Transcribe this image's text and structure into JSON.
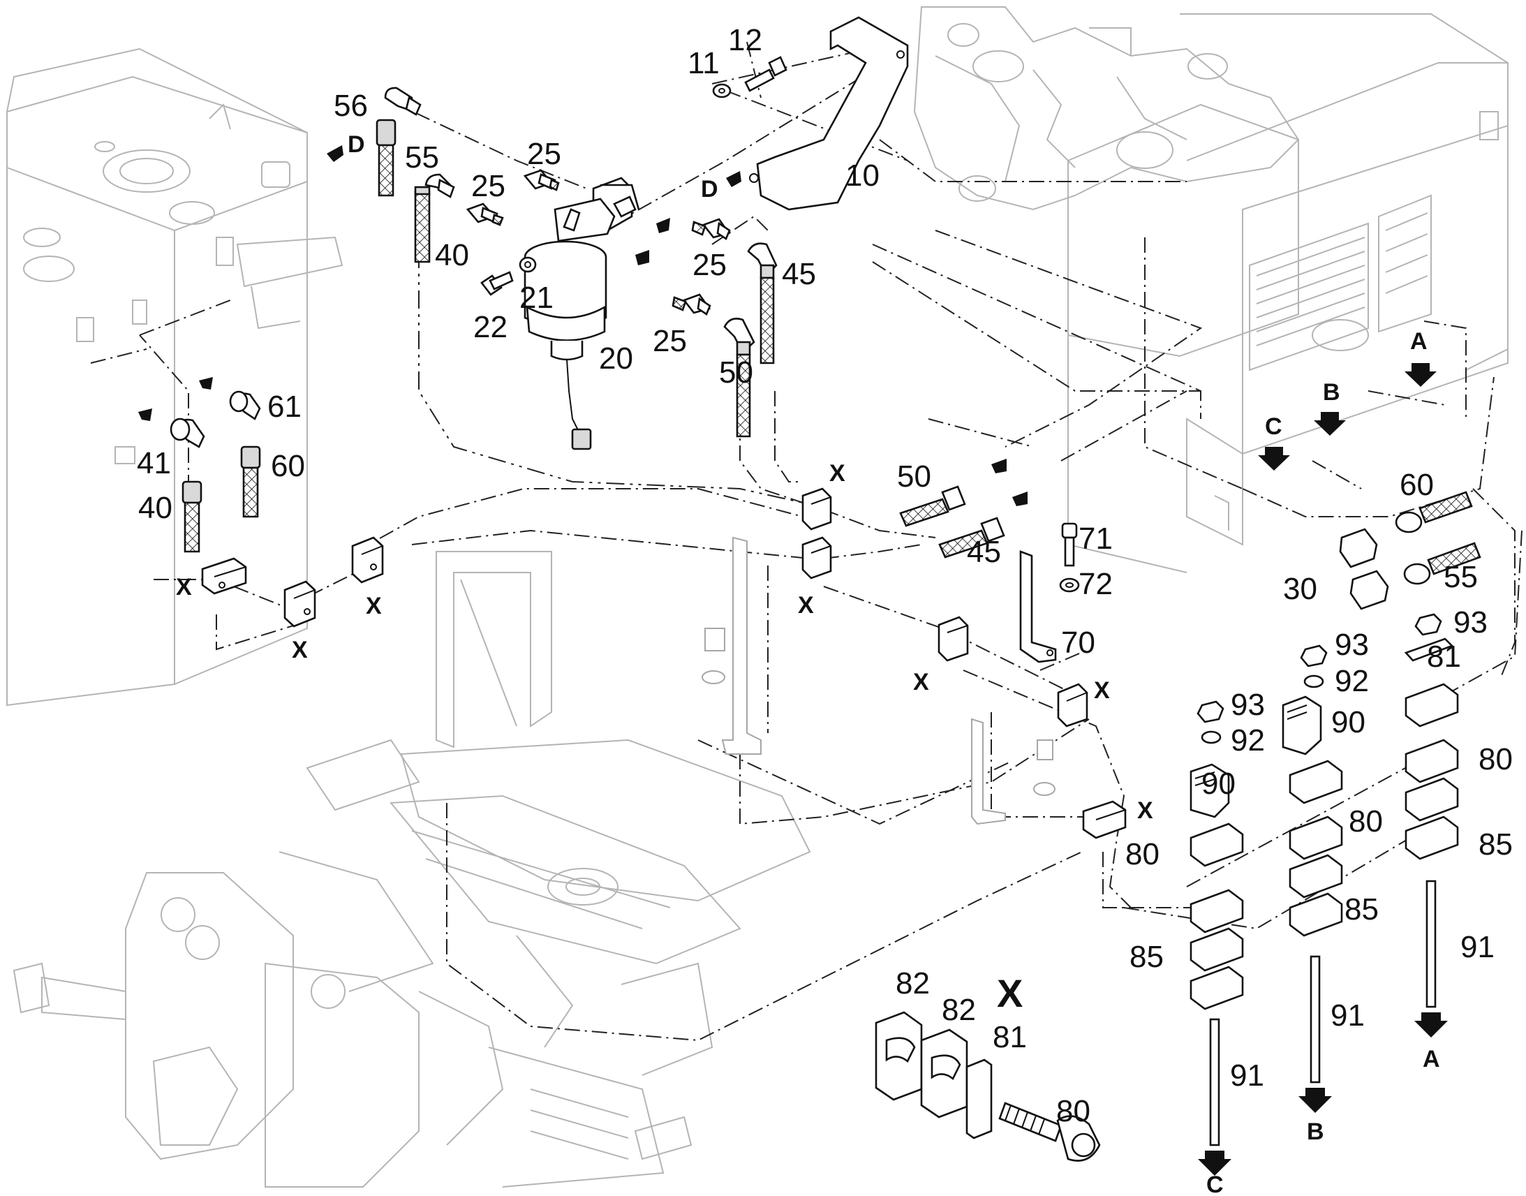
{
  "diagram": {
    "callouts": {
      "c10": "10",
      "c11": "11",
      "c12": "12",
      "c20": "20",
      "c21": "21",
      "c22": "22",
      "c25a": "25",
      "c25b": "25",
      "c25c": "25",
      "c25d": "25",
      "c30": "30",
      "c40a": "40",
      "c40b": "40",
      "c41": "41",
      "c45a": "45",
      "c45b": "45",
      "c50a": "50",
      "c50b": "50",
      "c55a": "55",
      "c55b": "55",
      "c56": "56",
      "c60a": "60",
      "c60b": "60",
      "c61": "61",
      "c70": "70",
      "c71": "71",
      "c72": "72",
      "c80a": "80",
      "c80b": "80",
      "c80c": "80",
      "c80d": "80",
      "c81a": "81",
      "c81b": "81",
      "c82a": "82",
      "c82b": "82",
      "c85a": "85",
      "c85b": "85",
      "c85c": "85",
      "c90a": "90",
      "c90b": "90",
      "c91a": "91",
      "c91b": "91",
      "c91c": "91",
      "c92a": "92",
      "c92b": "92",
      "c93a": "93",
      "c93b": "93",
      "c93c": "93"
    },
    "flags": {
      "fA1": "A",
      "fA2": "A",
      "fB1": "B",
      "fB2": "B",
      "fC1": "C",
      "fC2": "C",
      "fD1": "D",
      "fD2": "D",
      "x1": "X",
      "x2": "X",
      "x3": "X",
      "x4": "X",
      "x5": "X",
      "x6": "X",
      "x7": "X",
      "x8": "X",
      "x9": "X",
      "xDetail": "X"
    }
  }
}
